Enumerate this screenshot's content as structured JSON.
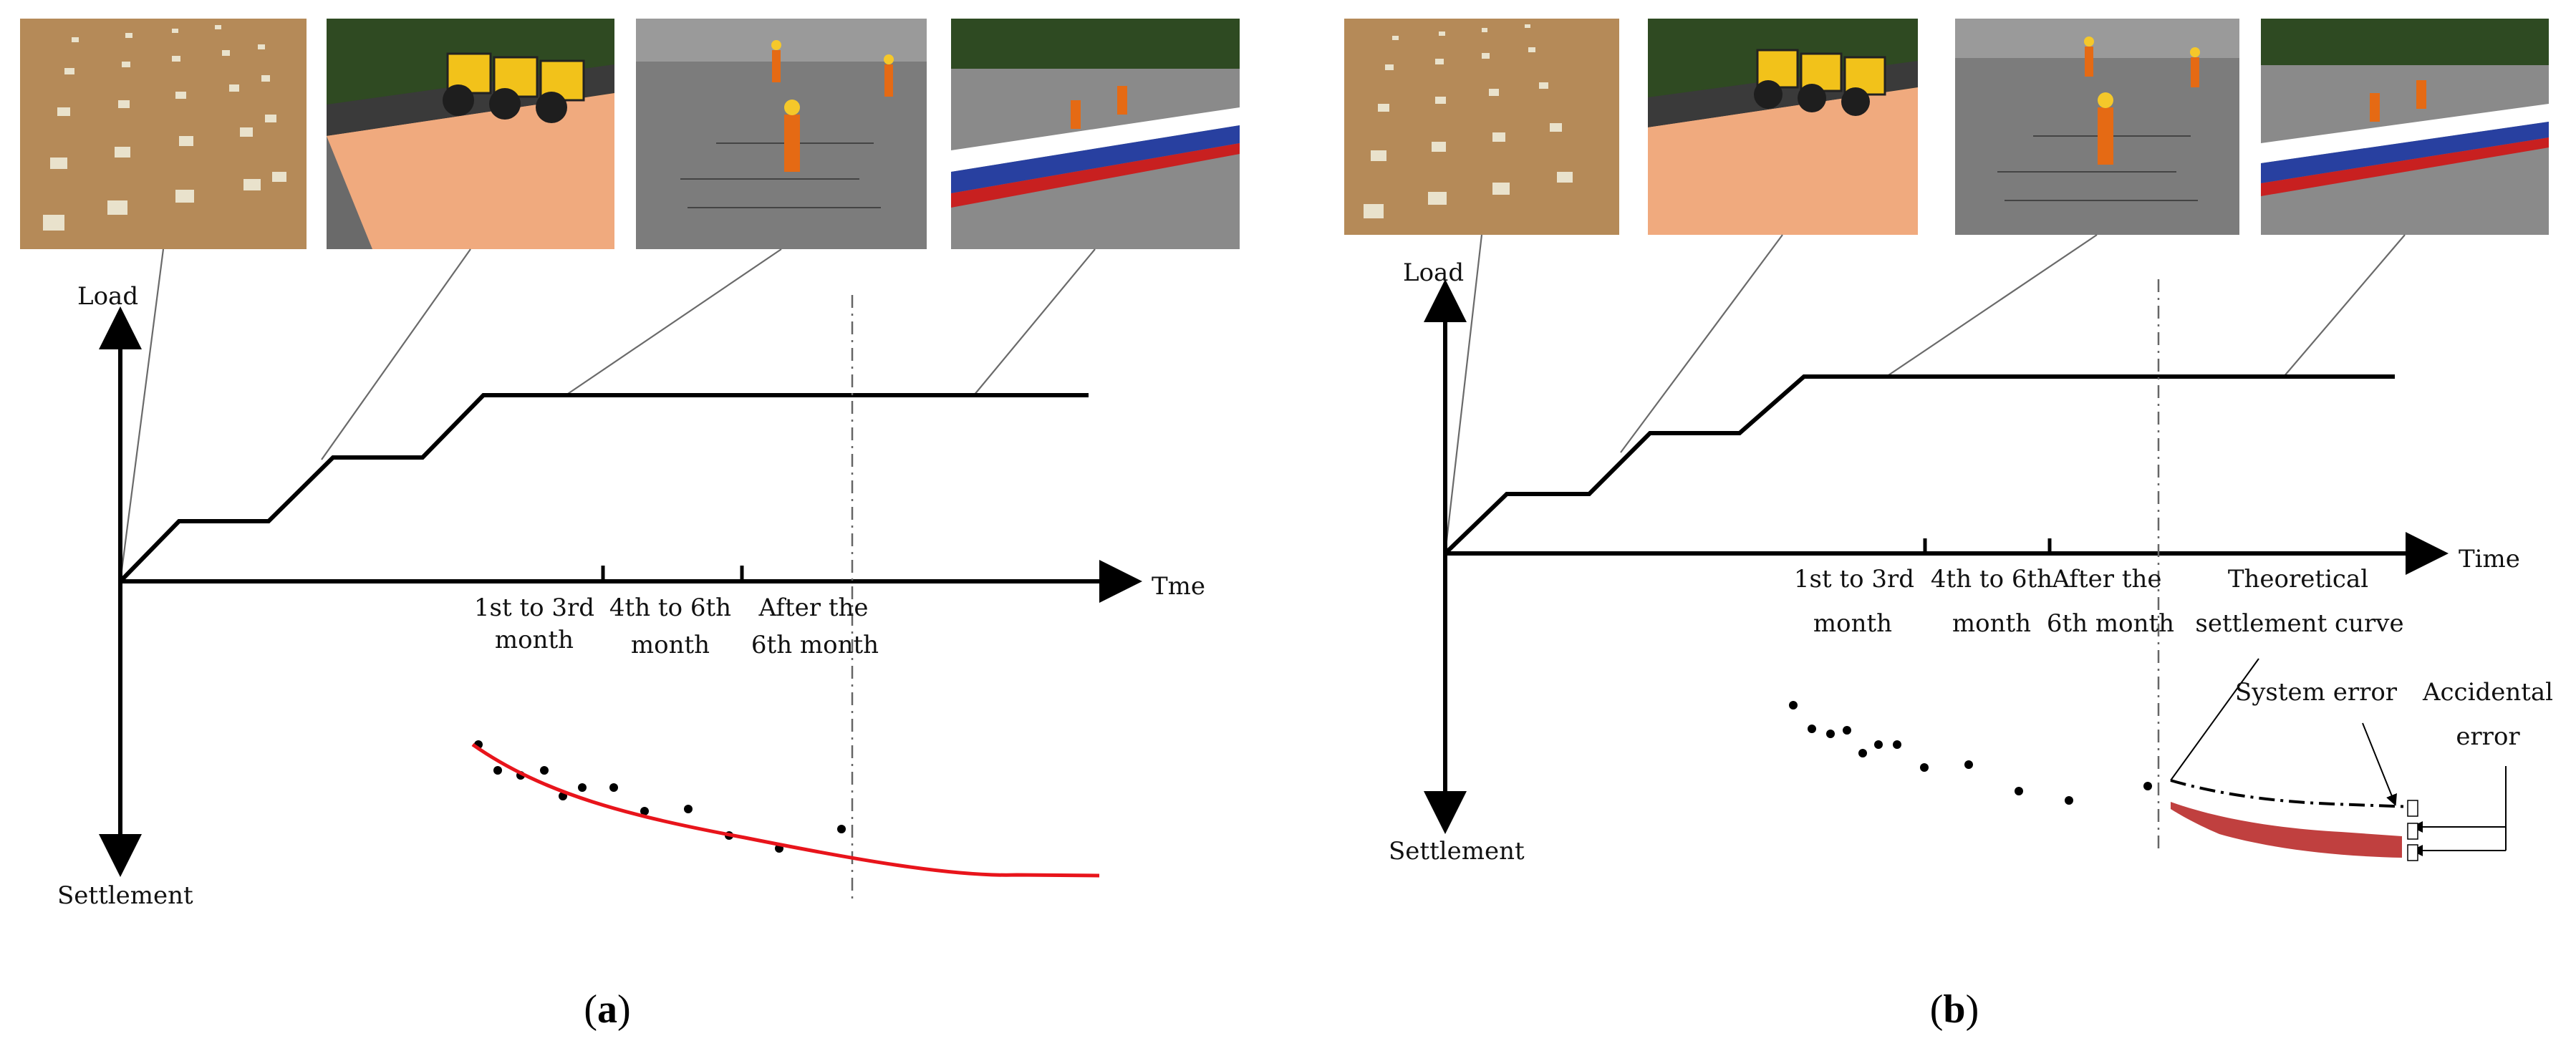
{
  "colors": {
    "axis": "#000000",
    "curve_fit": "#e8141b",
    "error_band": "#c0403f",
    "guide_line": "#555555",
    "dashed": "#666666"
  },
  "panel_a": {
    "caption_pre": "(",
    "caption_letter": "a",
    "caption_post": ")",
    "axis_y_top": "Load",
    "axis_y_bottom": "Settlement",
    "axis_x": "Tme",
    "period_1_line1": "1st to 3rd",
    "period_1_line2": "month",
    "period_2_line1": "4th to 6th",
    "period_2_line2": "month",
    "period_3_line1": "After the",
    "period_3_line2": "6th month"
  },
  "panel_b": {
    "caption_pre": "(",
    "caption_letter": "b",
    "caption_post": ")",
    "axis_y_top": "Load",
    "axis_y_bottom": "Settlement",
    "axis_x": "Time",
    "period_1_line1": "1st to 3rd",
    "period_1_line2": "month",
    "period_2_line1": "4th to 6th",
    "period_2_line2": "month",
    "period_3_line1": "After the",
    "period_3_line2": "6th month",
    "theoretical_line1": "Theoretical",
    "theoretical_line2": "settlement curve",
    "system_error": "System error",
    "accidental_line1": "Accidental",
    "accidental_line2": "error"
  },
  "thumbnails": [
    "ground-grid-scene",
    "compaction-rollers-scene",
    "workers-surveying-scene",
    "bridge-railing-scene"
  ]
}
